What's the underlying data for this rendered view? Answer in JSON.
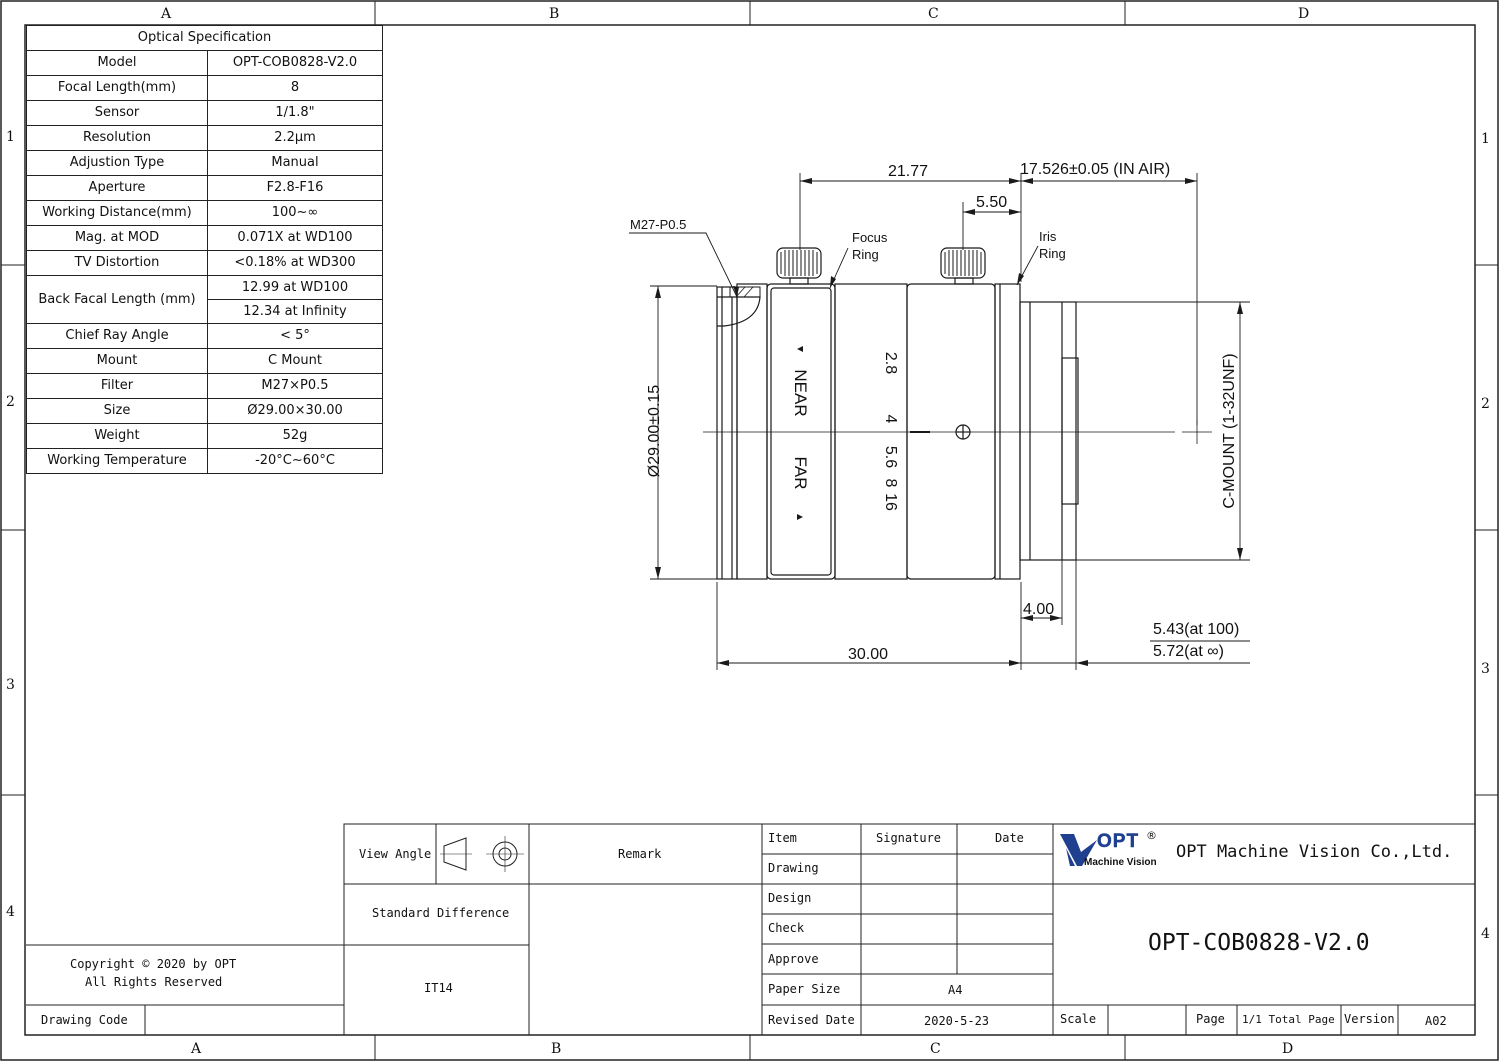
{
  "frame": {
    "columns_top": [
      "A",
      "B",
      "C",
      "D"
    ],
    "columns_bottom": [
      "A",
      "B",
      "C",
      "D"
    ],
    "rows": [
      "1",
      "2",
      "3",
      "4"
    ]
  },
  "spec_table": {
    "title": "Optical Specification",
    "rows": [
      {
        "key": "Model",
        "value": "OPT-COB0828-V2.0"
      },
      {
        "key": "Focal Length(mm)",
        "value": "8"
      },
      {
        "key": "Sensor",
        "value": "1/1.8\""
      },
      {
        "key": "Resolution",
        "value": "2.2μm"
      },
      {
        "key": "Adjustion Type",
        "value": "Manual"
      },
      {
        "key": "Aperture",
        "value": "F2.8-F16"
      },
      {
        "key": "Working Distance(mm)",
        "value": "100~∞"
      },
      {
        "key": "Mag. at MOD",
        "value": "0.071X at WD100"
      },
      {
        "key": "TV Distortion",
        "value": "<0.18% at WD300"
      },
      {
        "key": "Back Facal Length (mm)",
        "value": "12.99 at WD100",
        "value2": "12.34 at Infinity"
      },
      {
        "key": "Chief Ray Angle",
        "value": "< 5°"
      },
      {
        "key": "Mount",
        "value": "C Mount"
      },
      {
        "key": "Filter",
        "value": "M27×P0.5"
      },
      {
        "key": "Size",
        "value": "Ø29.00×30.00"
      },
      {
        "key": "Weight",
        "value": "52g"
      },
      {
        "key": "Working Temperature",
        "value": "-20°C~60°C"
      }
    ]
  },
  "drawing": {
    "dim_21_77": "21.77",
    "dim_back_focal": "17.526±0.05  (IN AIR)",
    "dim_5_50": "5.50",
    "thread_label": "M27-P0.5",
    "focus_ring_label_1": "Focus",
    "focus_ring_label_2": "Ring",
    "iris_ring_label_1": "Iris",
    "iris_ring_label_2": "Ring",
    "dim_diameter": "Ø29.00±0.15",
    "mount_label": "C-MOUNT  (1-32UNF)",
    "near_label": "NEAR",
    "far_label": "FAR",
    "aperture_scale": [
      "2.8",
      "4",
      "5.6",
      "8",
      "16"
    ],
    "dim_4_00": "4.00",
    "dim_30_00": "30.00",
    "dim_at_100": "5.43(at 100)",
    "dim_at_inf": "5.72(at ∞)"
  },
  "title_block": {
    "view_angle": "View Angle",
    "remark": "Remark",
    "standard_difference": "Standard Difference",
    "tolerance": "IT14",
    "copyright_1": "Copyright © 2020 by OPT",
    "copyright_2": "All Rights Reserved",
    "drawing_code": "Drawing Code",
    "item": "Item",
    "signature": "Signature",
    "date": "Date",
    "drawing": "Drawing",
    "design": "Design",
    "check": "Check",
    "approve": "Approve",
    "paper_size_label": "Paper Size",
    "paper_size": "A4",
    "revised_date_label": "Revised Date",
    "revised_date": "2020-5-23",
    "logo_text": "OPT",
    "logo_sub": "Machine Vision",
    "company": "OPT Machine Vision Co.,Ltd.",
    "part_number": "OPT-COB0828-V2.0",
    "scale": "Scale",
    "page": "Page",
    "total_page": "1/1 Total Page",
    "version_label": "Version",
    "version": "A02"
  },
  "colors": {
    "line": "#1a1a1a",
    "logo_blue": "#1f3f8f"
  }
}
